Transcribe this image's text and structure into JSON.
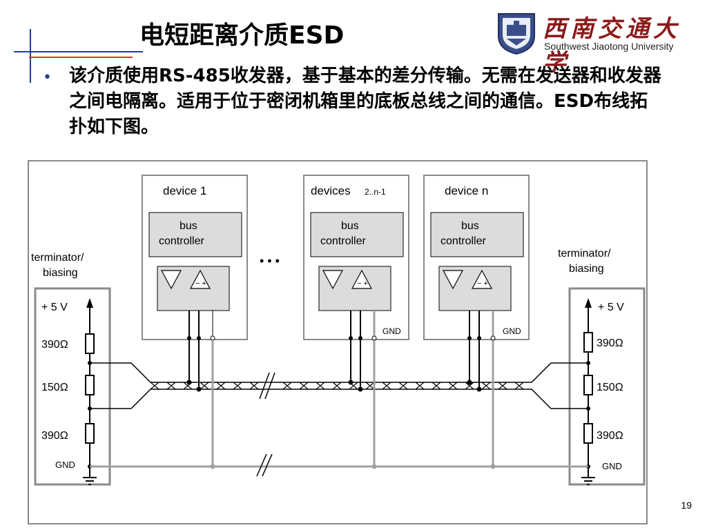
{
  "slide": {
    "title": "电短距离介质ESD",
    "bullet": "该介质使用RS-485收发器，基于基本的差分传输。无需在发送器和收发器之间电隔离。适用于位于密闭机箱里的底板总线之间的通信。ESD布线拓扑如下图。",
    "page_number": "19"
  },
  "logo": {
    "name_cn": "西南交通大学",
    "name_en": "Southwest Jiaotong University"
  },
  "diagram": {
    "terminator_left_label": "terminator/ biasing",
    "terminator_right_label": "terminator/ biasing",
    "supply_label": "+ 5 V",
    "resistor_top": "390Ω",
    "resistor_mid": "150Ω",
    "resistor_bot": "390Ω",
    "gnd_label": "GND",
    "device1_label": "device 1",
    "devices_mid_label": "devices",
    "devices_mid_range": "2..n-1",
    "devicen_label": "device n",
    "bus_label_1": "bus",
    "bus_label_2": "controller",
    "ellipsis": "• • •",
    "colors": {
      "frame": "#8a8a8a",
      "bus_controller_fill": "#dcdcdc",
      "wire": "#000000",
      "gnd_line": "#a0a0a0",
      "bullet": "#1f3f8f",
      "accent_red": "#d43a1e"
    }
  }
}
